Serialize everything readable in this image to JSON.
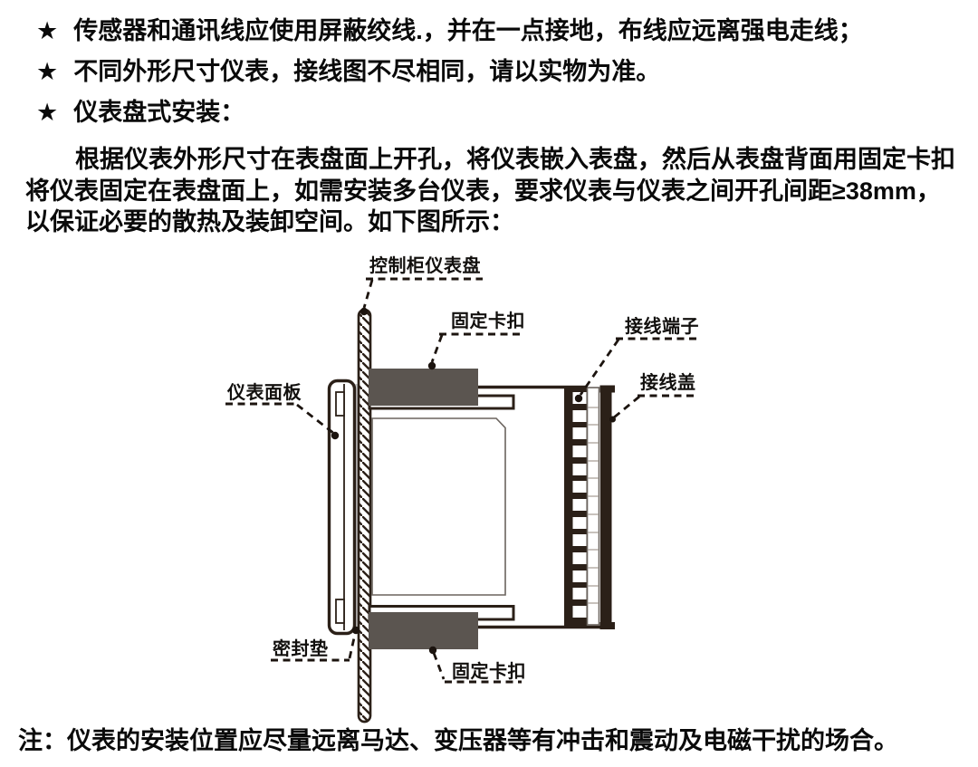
{
  "page": {
    "bullets": [
      {
        "marker": "★",
        "text": "传感器和通讯线应使用屏蔽绞线.，并在一点接地，布线应远离强电走线；"
      },
      {
        "marker": "★",
        "text": "不同外形尺寸仪表，接线图不尽相同，请以实物为准。"
      },
      {
        "marker": "★",
        "text": "仪表盘式安装："
      }
    ],
    "paragraph_lines": [
      "根据仪表外形尺寸在表盘面上开孔，将仪表嵌入表盘，然后从表盘背面用固定卡扣",
      "将仪表固定在表盘面上，如需安装多台仪表，要求仪表与仪表之间开孔间距≥38mm，",
      "以保证必要的散热及装卸空间。如下图所示："
    ],
    "note": "注：仪表的安装位置应尽量远离马达、变压器等有冲击和震动及电磁干扰的场合。"
  },
  "diagram": {
    "labels": {
      "panel": "控制柜仪表盘",
      "clip_top": "固定卡扣",
      "terminal": "接线端子",
      "cover": "接线盖",
      "front_panel": "仪表面板",
      "gasket": "密封垫",
      "clip_bottom": "固定卡扣"
    },
    "colors": {
      "line": "#2b2018",
      "clip_fill": "#5b5550",
      "gasket_fill": "#c9c9c9",
      "text": "#0a0a0a",
      "background": "#ffffff"
    }
  }
}
